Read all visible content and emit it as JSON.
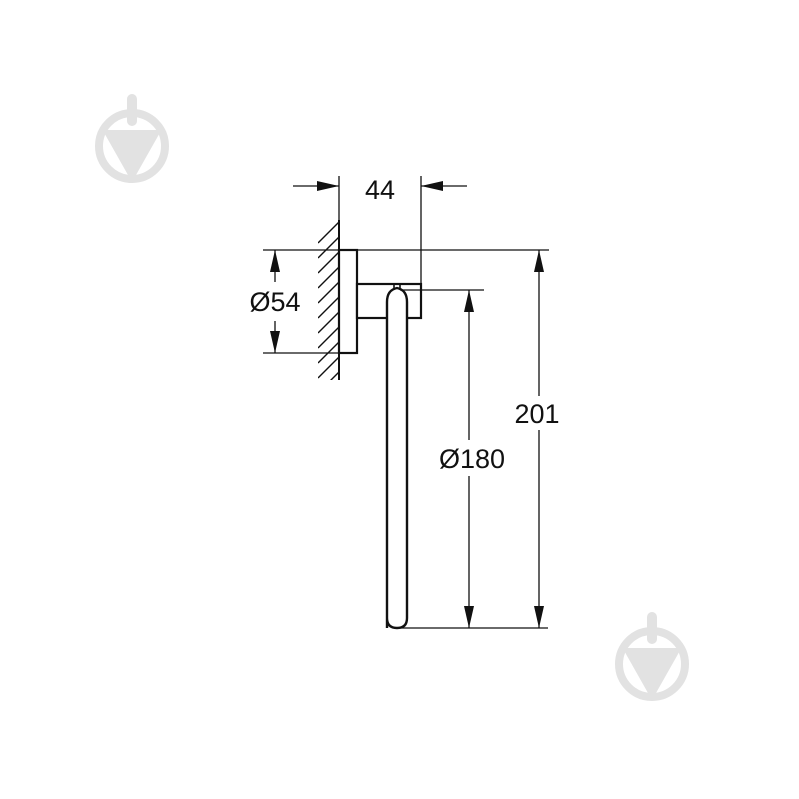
{
  "drawing": {
    "type": "technical-dimension-drawing",
    "subject": "towel ring with round wall rosette",
    "line_color": "#111111",
    "watermark_color": "#e2e2e2",
    "dimensions": {
      "depth": {
        "label": "44",
        "unit": "mm"
      },
      "rosette_diameter": {
        "label": "Ø54",
        "unit": "mm"
      },
      "ring_diameter": {
        "label": "Ø180",
        "unit": "mm"
      },
      "total_height": {
        "label": "201",
        "unit": "mm"
      }
    }
  },
  "watermarks": [
    {
      "name": "trowel-logo-icon",
      "position": "top-left"
    },
    {
      "name": "trowel-logo-icon",
      "position": "bottom-right"
    }
  ]
}
